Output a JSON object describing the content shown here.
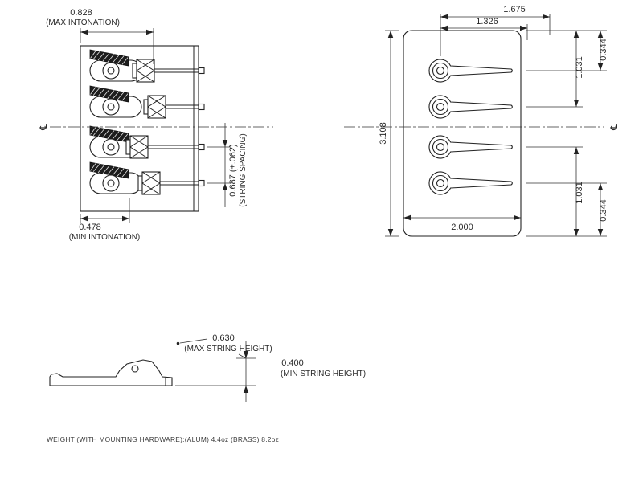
{
  "views": {
    "saddle_top": {
      "max_intonation_value": "0.828",
      "max_intonation_label": "(MAX INTONATION)",
      "min_intonation_value": "0.478",
      "min_intonation_label": "(MIN INTONATION)",
      "string_spacing_value": "0.687 (±.062)",
      "string_spacing_label": "(STRING SPACING)",
      "centerline_symbol": "℄"
    },
    "base_plate": {
      "slot_overall": "1.675",
      "slot_length": "1.326",
      "outer_string_offset_top": "1.031",
      "edge_offset_top": "0.344",
      "plate_length": "3.108",
      "plate_width": "2.000",
      "outer_string_offset_bottom": "1.031",
      "edge_offset_bottom": "0.344",
      "centerline_symbol": "℄"
    },
    "side_profile": {
      "max_string_height_value": "0.630",
      "max_string_height_label": "(MAX STRING HEIGHT)",
      "min_string_height_value": "0.400",
      "min_string_height_label": "(MIN STRING HEIGHT)"
    }
  },
  "footer": {
    "weight_note": "WEIGHT (WITH MOUNTING HARDWARE):(ALUM) 4.4oz (BRASS) 8.2oz"
  }
}
